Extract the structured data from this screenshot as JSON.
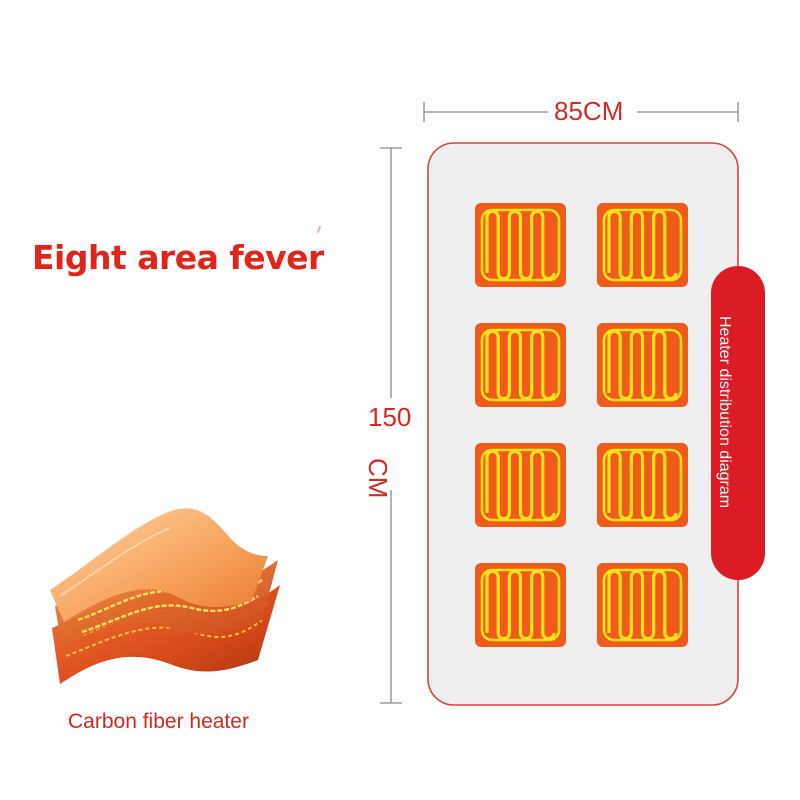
{
  "headline": "Eight area fever",
  "dimensions": {
    "width_label": "85CM",
    "height_number": "150",
    "height_unit": "CM"
  },
  "side_tab": {
    "label": "Heater distribution diagram",
    "color": "#dc1c24"
  },
  "caption": "Carbon fiber heater",
  "colors": {
    "accent_red": "#e1251b",
    "heater_orange": "#f05a1a",
    "heater_coil": "#ffe11a",
    "blanket_fill": "#efefef",
    "blanket_border": "#d8443d"
  },
  "heater_zone_count": 8
}
